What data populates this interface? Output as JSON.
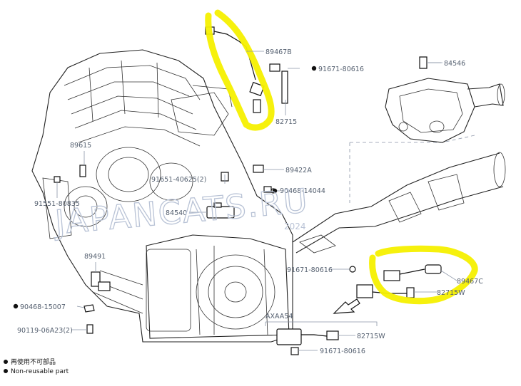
{
  "part_labels": {
    "p89467B": "89467B",
    "p91671_top": "91671-80616",
    "p82715": "82715",
    "p84546": "84546",
    "p89615": "89615",
    "p91551": "91551-80835",
    "p89422A": "89422A",
    "p91651": "91651-40625(2)",
    "p90468_14044": "90468-14044",
    "p84540": "84540",
    "p89491": "89491",
    "p91671_mid": "91671-80616",
    "p89467C": "89467C",
    "p82715W_right": "82715W",
    "p90468_15007": "90468-15007",
    "p90119": "90119-06A23(2)",
    "axaa54": "AXAA54",
    "p82715W_box": "82715W",
    "p91671_box": "91671-80616"
  },
  "watermark": "JAPANCATS.RU",
  "watermark_year": "2024",
  "legend": {
    "line1": "再使用不可部品",
    "line2": "Non-reusable part"
  },
  "colors": {
    "highlight": "#f5f000",
    "label": "#556070",
    "watermark": "#b9c3d6"
  }
}
